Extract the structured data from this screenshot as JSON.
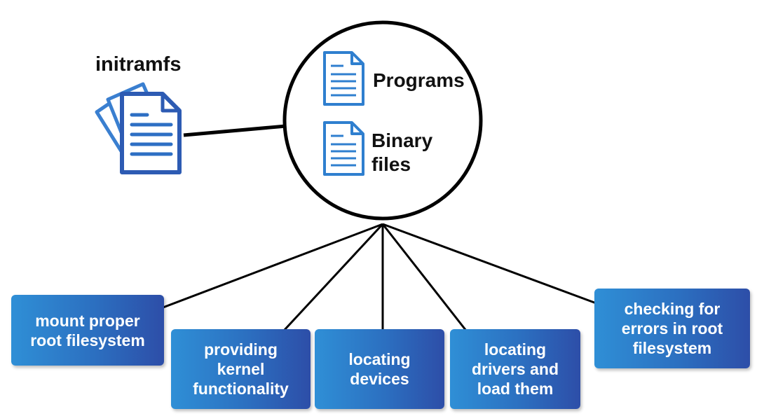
{
  "title": "initramfs",
  "circle": {
    "items": [
      {
        "label": "Programs",
        "icon": "document-icon"
      },
      {
        "label": "Binary\nfiles",
        "icon": "document-icon"
      }
    ]
  },
  "functions": [
    {
      "label": "mount proper\nroot filesystem"
    },
    {
      "label": "providing\nkernel\nfunctionality"
    },
    {
      "label": "locating\ndevices"
    },
    {
      "label": "locating\ndrivers and\nload them"
    },
    {
      "label": "checking for\nerrors in root\nfilesystem"
    }
  ],
  "colors": {
    "box_start": "#2f8fd6",
    "box_end": "#2d4ea8",
    "icon_blue": "#2f7fcf",
    "line": "#000000"
  },
  "icons": {
    "title_icon": "stacked-documents-icon"
  }
}
